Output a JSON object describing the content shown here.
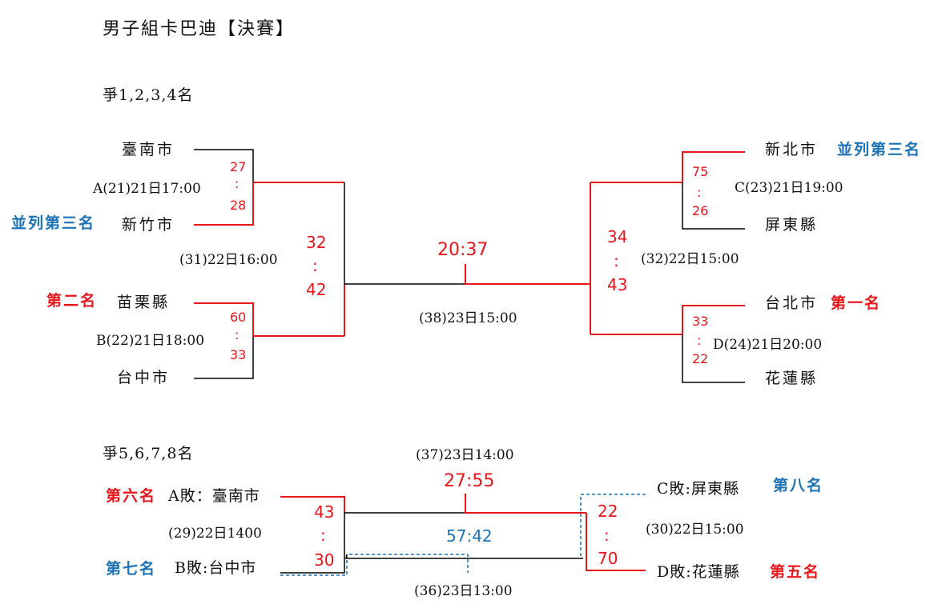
{
  "title": "男子組卡巴迪【決賽】",
  "section1": "爭1,2,3,4名",
  "section2": "爭5,6,7,8名",
  "colors": {
    "win": "#e8151b",
    "tie_rank": "#1b72b5",
    "line": "#000000"
  },
  "top": {
    "left_a": {
      "team1": "臺南市",
      "team2": "新竹市",
      "time": "A(21)21日17:00",
      "score1": "27",
      "sep": ":",
      "score2": "28",
      "rank2": "並列第三名"
    },
    "left_b": {
      "team1": "苗栗縣",
      "team2": "台中市",
      "time": "B(22)21日18:00",
      "score1": "60",
      "sep": ":",
      "score2": "33",
      "rank1": "第二名"
    },
    "semi_left": {
      "time": "(31)22日16:00",
      "score1": "32",
      "sep": ":",
      "score2": "42"
    },
    "final": {
      "time": "(38)23日15:00",
      "score": "20:37"
    },
    "semi_right": {
      "time": "(32)22日15:00",
      "score1": "34",
      "sep": ":",
      "score2": "43"
    },
    "right_c": {
      "team1": "新北市",
      "team2": "屏東縣",
      "time": "C(23)21日19:00",
      "score1": "75",
      "sep": ":",
      "score2": "26",
      "rank1": "並列第三名"
    },
    "right_d": {
      "team1": "台北市",
      "team2": "花蓮縣",
      "time": "D(24)21日20:00",
      "score1": "33",
      "sep": ":",
      "score2": "22",
      "rank1": "第一名"
    }
  },
  "bottom": {
    "left": {
      "team1": "A敗：臺南市",
      "team2": "B敗:台中市",
      "rank1": "第六名",
      "rank2": "第七名",
      "time": "(29)22日1400",
      "score1": "43",
      "sep": ":",
      "score2": "30"
    },
    "final": {
      "time": "(37)23日14:00",
      "score": "27:55"
    },
    "third": {
      "time": "(36)23日13:00",
      "score": "57:42"
    },
    "right": {
      "team1": "C敗:屏東縣",
      "team2": "D敗:花蓮縣",
      "rank1": "第八名",
      "rank2": "第五名",
      "time": "(30)22日15:00",
      "score1": "22",
      "sep": ":",
      "score2": "70"
    }
  }
}
